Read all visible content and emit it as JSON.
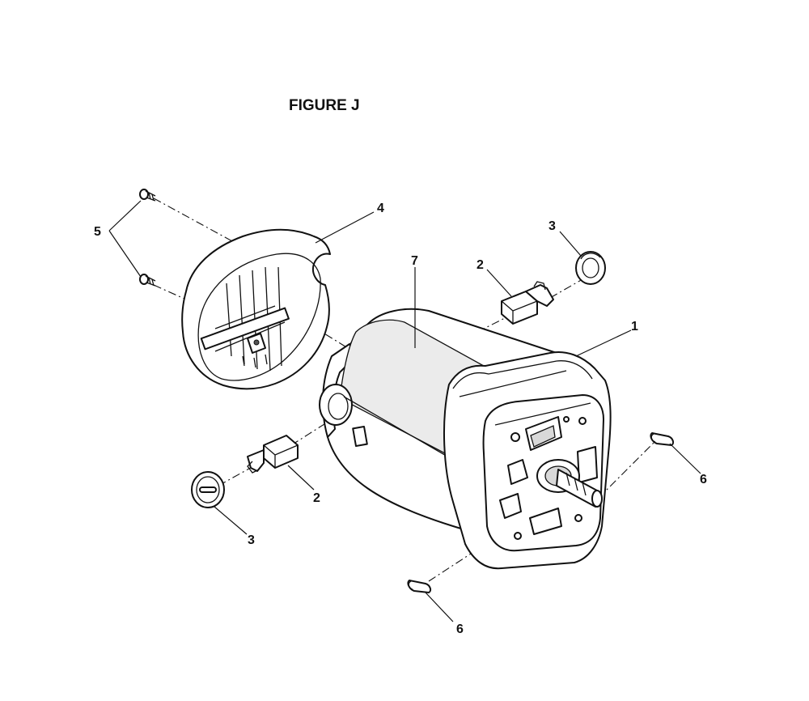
{
  "figure": {
    "title": "FIGURE J"
  },
  "callouts": [
    {
      "id": "callout-1",
      "text": "1"
    },
    {
      "id": "callout-2-top",
      "text": "2"
    },
    {
      "id": "callout-2-bottom",
      "text": "2"
    },
    {
      "id": "callout-3-top",
      "text": "3"
    },
    {
      "id": "callout-3-bottom",
      "text": "3"
    },
    {
      "id": "callout-4",
      "text": "4"
    },
    {
      "id": "callout-5",
      "text": "5"
    },
    {
      "id": "callout-6-right",
      "text": "6"
    },
    {
      "id": "callout-6-bottom",
      "text": "6"
    },
    {
      "id": "callout-7",
      "text": "7"
    }
  ]
}
